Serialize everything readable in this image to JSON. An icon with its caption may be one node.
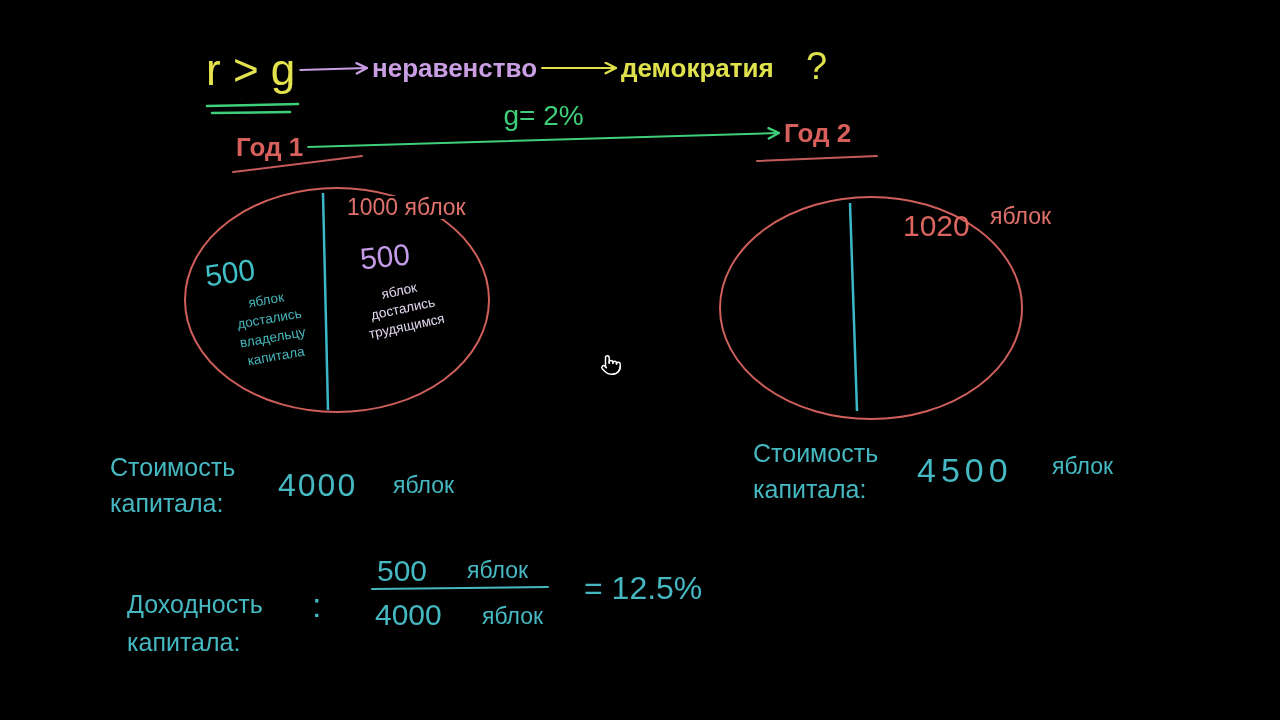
{
  "diagram": {
    "nodes": [
      {
        "text": [
          "r > g"
        ]
      },
      {
        "text": [
          "неравенство"
        ]
      },
      {
        "text": [
          "демократия"
        ],
        "beside": [
          "?"
        ]
      },
      {
        "text": [
          "Год 1"
        ]
      },
      {
        "text": [
          "Год 2"
        ]
      },
      {
        "text": [
          "1000 яблок",
          "500",
          "яблок достались владельцу капитала",
          "500",
          "яблок достались трудящимся"
        ]
      },
      {
        "text": [
          "1020",
          "яблок"
        ]
      }
    ],
    "edges": [
      {
        "from": 0,
        "to": 1,
        "arrow": "to",
        "color": "#c99ee2"
      },
      {
        "from": 1,
        "to": 2,
        "arrow": "to",
        "color": "#dfe24c"
      },
      {
        "from": 3,
        "to": 4,
        "arrow": "to",
        "label": "g= 2%",
        "color": "#3fcf7a"
      }
    ],
    "labels": [
      "Стоимость капитала:",
      "4000",
      "яблок",
      "Стоимость капитала:",
      "4500",
      "яблок",
      "Доходность капитала:",
      ":",
      "500",
      "яблок",
      "4000",
      "яблок",
      "= 12.5%"
    ]
  }
}
